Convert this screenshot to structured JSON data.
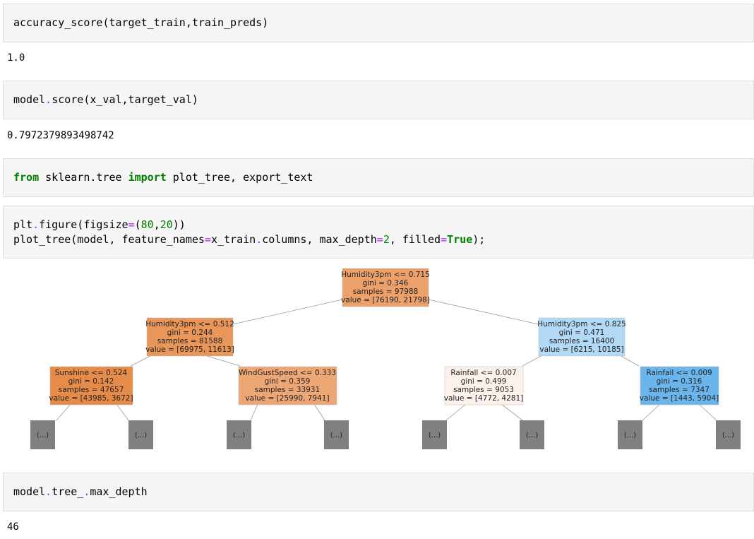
{
  "cells": {
    "c1": {
      "fn": "accuracy_score",
      "args": "(target_train,train_preds)",
      "output": "1.0"
    },
    "c2": {
      "obj": "model",
      "dot": ".",
      "method": "score",
      "args": "(x_val,target_val)",
      "output": "0.7972379893498742"
    },
    "c3": {
      "kw_from": "from",
      "module": " sklearn.tree ",
      "kw_import": "import",
      "names": " plot_tree, export_text"
    },
    "c4": {
      "l1_a": "plt",
      "l1_dot": ".",
      "l1_b": "figure(figsize",
      "l1_eq": "=",
      "l1_c": "(",
      "l1_n1": "80",
      "l1_comma": ",",
      "l1_n2": "20",
      "l1_d": "))",
      "l2_a": "plot_tree(model, feature_names",
      "l2_eq1": "=",
      "l2_b": "x_train",
      "l2_dot": ".",
      "l2_c": "columns, max_depth",
      "l2_eq2": "=",
      "l2_n": "2",
      "l2_d": ", filled",
      "l2_eq3": "=",
      "l2_true": "True",
      "l2_e": ");"
    },
    "c5": {
      "obj": "model",
      "dot1": ".",
      "attr": "tree_",
      "dot2": ".",
      "attr2": "max_depth",
      "output": "46"
    }
  },
  "tree": {
    "root": {
      "l1": "Humidity3pm <= 0.715",
      "l2": "gini = 0.346",
      "l3": "samples = 97988",
      "l4": "value = [76190, 21798]",
      "fill": "#eca06a"
    },
    "left": {
      "l1": "Humidity3pm <= 0.512",
      "l2": "gini = 0.244",
      "l3": "samples = 81588",
      "l4": "value = [69975, 11613]",
      "fill": "#e9965a"
    },
    "right": {
      "l1": "Humidity3pm <= 0.825",
      "l2": "gini = 0.471",
      "l3": "samples = 16400",
      "l4": "value = [6215, 10185]",
      "fill": "#b2d9f5"
    },
    "ll": {
      "l1": "Sunshine <= 0.524",
      "l2": "gini = 0.142",
      "l3": "samples = 47657",
      "l4": "value = [43985, 3672]",
      "fill": "#e78b49"
    },
    "lr": {
      "l1": "WindGustSpeed <= 0.333",
      "l2": "gini = 0.359",
      "l3": "samples = 33931",
      "l4": "value = [25990, 7941]",
      "fill": "#eda775"
    },
    "rl": {
      "l1": "Rainfall <= 0.007",
      "l2": "gini = 0.499",
      "l3": "samples = 9053",
      "l4": "value = [4772, 4281]",
      "fill": "#fcf2eb"
    },
    "rr": {
      "l1": "Rainfall <= 0.009",
      "l2": "gini = 0.316",
      "l3": "samples = 7347",
      "l4": "value = [1443, 5904]",
      "fill": "#6ab5eb"
    },
    "truncated_label": "(...)",
    "truncated_fill": "#808080"
  }
}
